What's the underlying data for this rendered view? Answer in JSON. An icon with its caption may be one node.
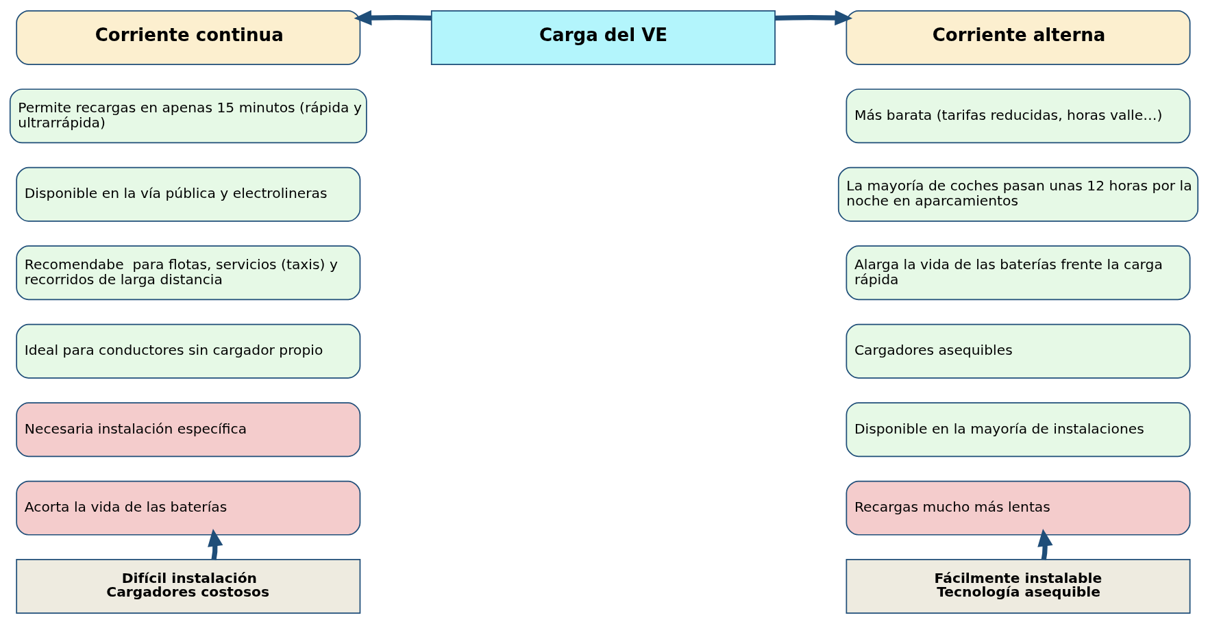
{
  "diagram": {
    "nodes": [
      {
        "text": [
          "Carga del VE"
        ]
      },
      {
        "text": [
          "Corriente continua"
        ]
      },
      {
        "text": [
          "Permite recargas en apenas 15 minutos (rápida y ultrarrápida)"
        ]
      },
      {
        "text": [
          "Disponible en la vía pública y electrolineras"
        ]
      },
      {
        "text": [
          "Recomendabe  para flotas, servicios (taxis) y recorridos de larga distancia"
        ]
      },
      {
        "text": [
          "Ideal para conductores sin cargador propio"
        ]
      },
      {
        "text": [
          "Necesaria instalación específica"
        ]
      },
      {
        "text": [
          "Acorta la vida de las baterías"
        ]
      },
      {
        "text": [
          "Corriente alterna"
        ]
      },
      {
        "text": [
          "Más barata (tarifas reducidas, horas valle…)"
        ]
      },
      {
        "text": [
          "La mayoría de coches pasan unas 12 horas por la noche en aparcamientos"
        ]
      },
      {
        "text": [
          "Alarga la vida de las baterías frente la carga rápida"
        ]
      },
      {
        "text": [
          "Cargadores asequibles"
        ]
      },
      {
        "text": [
          "Disponible en la mayoría de instalaciones"
        ]
      },
      {
        "text": [
          "Recargas mucho más lentas"
        ]
      },
      {
        "text": [
          "Difícil instalación",
          "Cargadores costosos"
        ]
      },
      {
        "text": [
          "Fácilmente instalable",
          "Tecnología asequible"
        ]
      }
    ],
    "edges": [
      {
        "from": 0,
        "to": 1,
        "arrow": "to"
      },
      {
        "from": 0,
        "to": 8,
        "arrow": "to"
      },
      {
        "from": 15,
        "to": 7,
        "arrow": "to"
      },
      {
        "from": 16,
        "to": 14,
        "arrow": "to"
      }
    ]
  }
}
